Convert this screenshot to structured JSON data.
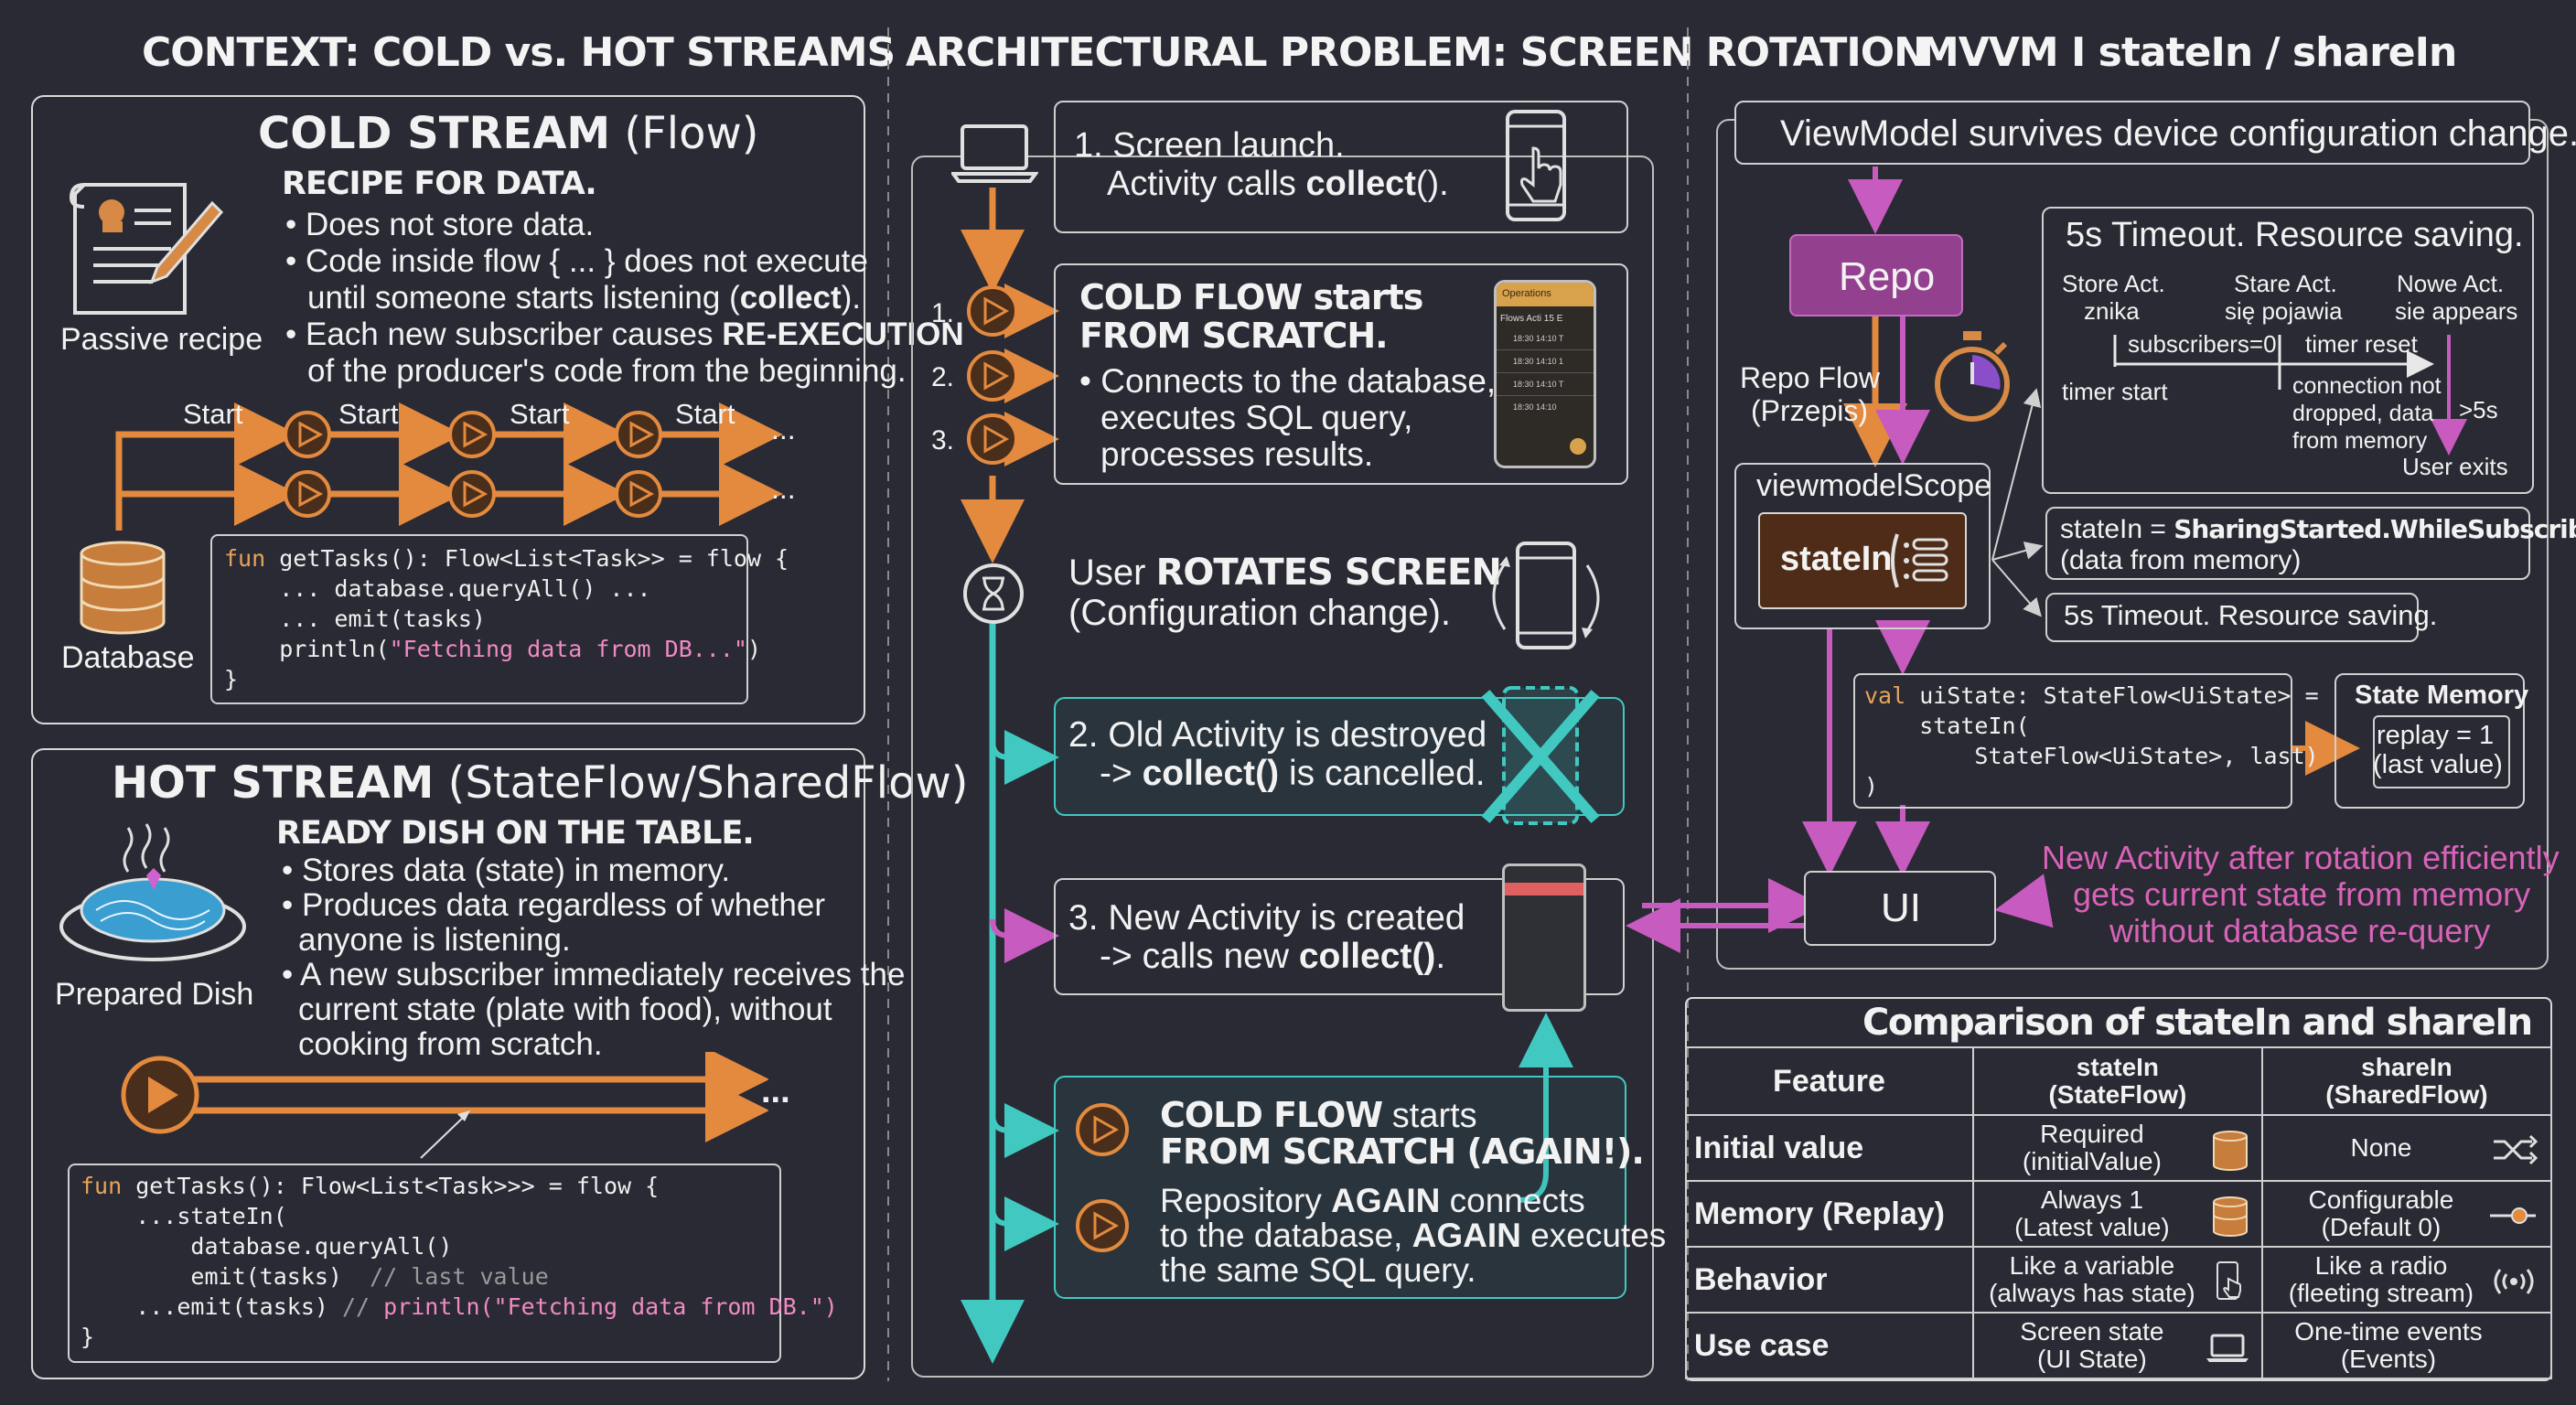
{
  "headers": {
    "col1": "CONTEXT: COLD vs. HOT STREAMS",
    "col2": "ARCHITECTURAL PROBLEM: SCREEN ROTATION",
    "col3": "MVVM I stateIn / shareIn"
  },
  "cold": {
    "title_bold": "COLD STREAM",
    "title_rest": " (Flow)",
    "icon_label": "Passive recipe",
    "subtitle": "RECIPE FOR DATA.",
    "b1": "• Does not store data.",
    "b2": "• Code inside flow { ... } does not execute",
    "b2b_pre": "until someone starts listening (",
    "b2b_bold": "collect",
    "b2b_post": ").",
    "b3_pre": "• Each new subscriber causes ",
    "b3_bold": "RE-EXECUTION",
    "b3b": "of the producer's code from the beginning.",
    "start_label": "Start",
    "ellipsis": "...",
    "db_label": "Database",
    "code": [
      {
        "k": "fun",
        "r": " getTasks(): Flow<List<Task>> = flow {"
      },
      {
        "k": "",
        "r": "    ... database.queryAll() ..."
      },
      {
        "k": "",
        "r": "    ... emit(tasks)"
      },
      {
        "k": "",
        "r": "    println(",
        "s": "\"Fetching data from DB...\"",
        "e": ")"
      },
      {
        "k": "",
        "r": "}"
      }
    ]
  },
  "hot": {
    "title_bold": "HOT STREAM",
    "title_rest": " (StateFlow/SharedFlow)",
    "icon_label": "Prepared Dish",
    "subtitle": "READY DISH ON THE TABLE.",
    "b1": "• Stores data (state) in memory.",
    "b2": "• Produces data regardless of whether",
    "b2b": "anyone is listening.",
    "b3": "• A new subscriber immediately receives the",
    "b3b": "current state (plate with food), without",
    "b3c": "cooking from scratch.",
    "ellipsis": "...",
    "code": [
      {
        "k": "fun",
        "r": " getTasks(): Flow<List<Task>>> = flow {"
      },
      {
        "k": "",
        "r": "    ...stateIn("
      },
      {
        "k": "",
        "r": "        database.queryAll()"
      },
      {
        "k": "",
        "r": "        emit(tasks)  ",
        "c": "// last value"
      },
      {
        "k": "",
        "r": "    ...emit(tasks) ",
        "c": "// ",
        "s": "println(\"Fetching data from DB.\")",
        "e": ""
      },
      {
        "k": "",
        "r": "}"
      }
    ]
  },
  "rotation": {
    "step1_l1": "1. Screen launch.",
    "step1_l2_pre": "Activity calls ",
    "step1_l2_bold": "collect",
    "step1_l2_post": "().",
    "nums": [
      "1.",
      "2.",
      "3."
    ],
    "cold_l1": "COLD FLOW starts",
    "cold_l2": "FROM SCRATCH.",
    "cold_b1": "• Connects to the database,",
    "cold_b2": "executes SQL query,",
    "cold_b3": "processes results.",
    "rotate_pre": "User ",
    "rotate_bold": "ROTATES SCREEN",
    "rotate_l2": "(Configuration change).",
    "destroy_l1": "2. Old Activity is destroyed",
    "destroy_l2_pre": "-> ",
    "destroy_l2_bold": "collect()",
    "destroy_l2_post": " is cancelled.",
    "new_l1": "3. New Activity is created",
    "new_l2_pre": "-> calls new ",
    "new_l2_bold": "collect()",
    "new_l2_post": ".",
    "again_l1_bold": "COLD FLOW",
    "again_l1_rest": " starts",
    "again_l2": "FROM SCRATCH (AGAIN!).",
    "again_b1_pre": "Repository ",
    "again_b1_bold": "AGAIN",
    "again_b1_post": " connects",
    "again_b2_pre": "to the database, ",
    "again_b2_bold": "AGAIN",
    "again_b2_post": " executes",
    "again_b3": "the same SQL query.",
    "phone_title": "Operations",
    "phone_sub": "Flows Acti 15 E",
    "phone_rows": [
      "18:30 14:10 T",
      "18:30 14:10 1",
      "18:30 14:10 T",
      "18:30 14:10"
    ]
  },
  "mvvm": {
    "top": "ViewModel survives device configuration change.",
    "repo": "Repo",
    "repo_flow_l1": "Repo Flow",
    "repo_flow_l2": "(Przepis)",
    "scope": "viewmodelScope",
    "statein": "stateIn",
    "timeout_title": "5s Timeout. Resource saving.",
    "tl_store_l1": "Store Act.",
    "tl_store_l2": "znika",
    "tl_stare_l1": "Stare Act.",
    "tl_stare_l2": "się pojawia",
    "tl_nowe_l1": "Nowe Act.",
    "tl_nowe_l2": "sie appears",
    "tl_subs": "subscribers=0",
    "tl_reset": "timer reset",
    "tl_start": "timer start",
    "tl_conn_l1": "connection not",
    "tl_conn_l2": "dropped, data",
    "tl_conn_l3": "from memory",
    "tl_gt5": ">5s",
    "tl_exits": "User exits",
    "sharing_pre": "stateIn = ",
    "sharing_bold": "SharingStarted.WhileSubscribed",
    "sharing_l2": "(data from memory)",
    "timeout2": "5s Timeout. Resource saving.",
    "code": [
      {
        "k": "val",
        "r": " uiState: StateFlow<UiState> ="
      },
      {
        "k": "",
        "r": "    stateIn("
      },
      {
        "k": "",
        "r": "        StateFlow<UiState>, last)"
      },
      {
        "k": "",
        "r": ")"
      }
    ],
    "mem_title": "State Memory",
    "mem_l1": "replay = 1",
    "mem_l2": "(last value)",
    "ui": "UI",
    "note_l1": "New Activity after rotation efficiently",
    "note_l2": "gets current state from memory",
    "note_l3": "without database re-query"
  },
  "comparison": {
    "title": "Comparison of stateIn and shareIn",
    "h_feature": "Feature",
    "h_statein_l1": "stateIn",
    "h_statein_l2": "(StateFlow)",
    "h_sharein_l1": "shareIn",
    "h_sharein_l2": "(SharedFlow)",
    "rows": [
      {
        "f": "Initial value",
        "a1": "Required",
        "a2": "(initialValue)",
        "b1": "None",
        "b2": ""
      },
      {
        "f": "Memory (Replay)",
        "a1": "Always 1",
        "a2": "(Latest value)",
        "b1": "Configurable",
        "b2": "(Default 0)"
      },
      {
        "f": "Behavior",
        "a1": "Like a variable",
        "a2": "(always has state)",
        "b1": "Like a radio",
        "b2": "(fleeting stream)"
      },
      {
        "f": "Use case",
        "a1": "Screen state",
        "a2": "(UI State)",
        "b1": "One-time events",
        "b2": "(Events)"
      }
    ]
  },
  "colors": {
    "background": "#292a33",
    "orange": "#e38a3f",
    "teal": "#41c9c1",
    "magenta": "#c75bbf",
    "note_pink": "#d863b8",
    "code_keyword": "#e8a35a",
    "code_string": "#f08bc4"
  }
}
